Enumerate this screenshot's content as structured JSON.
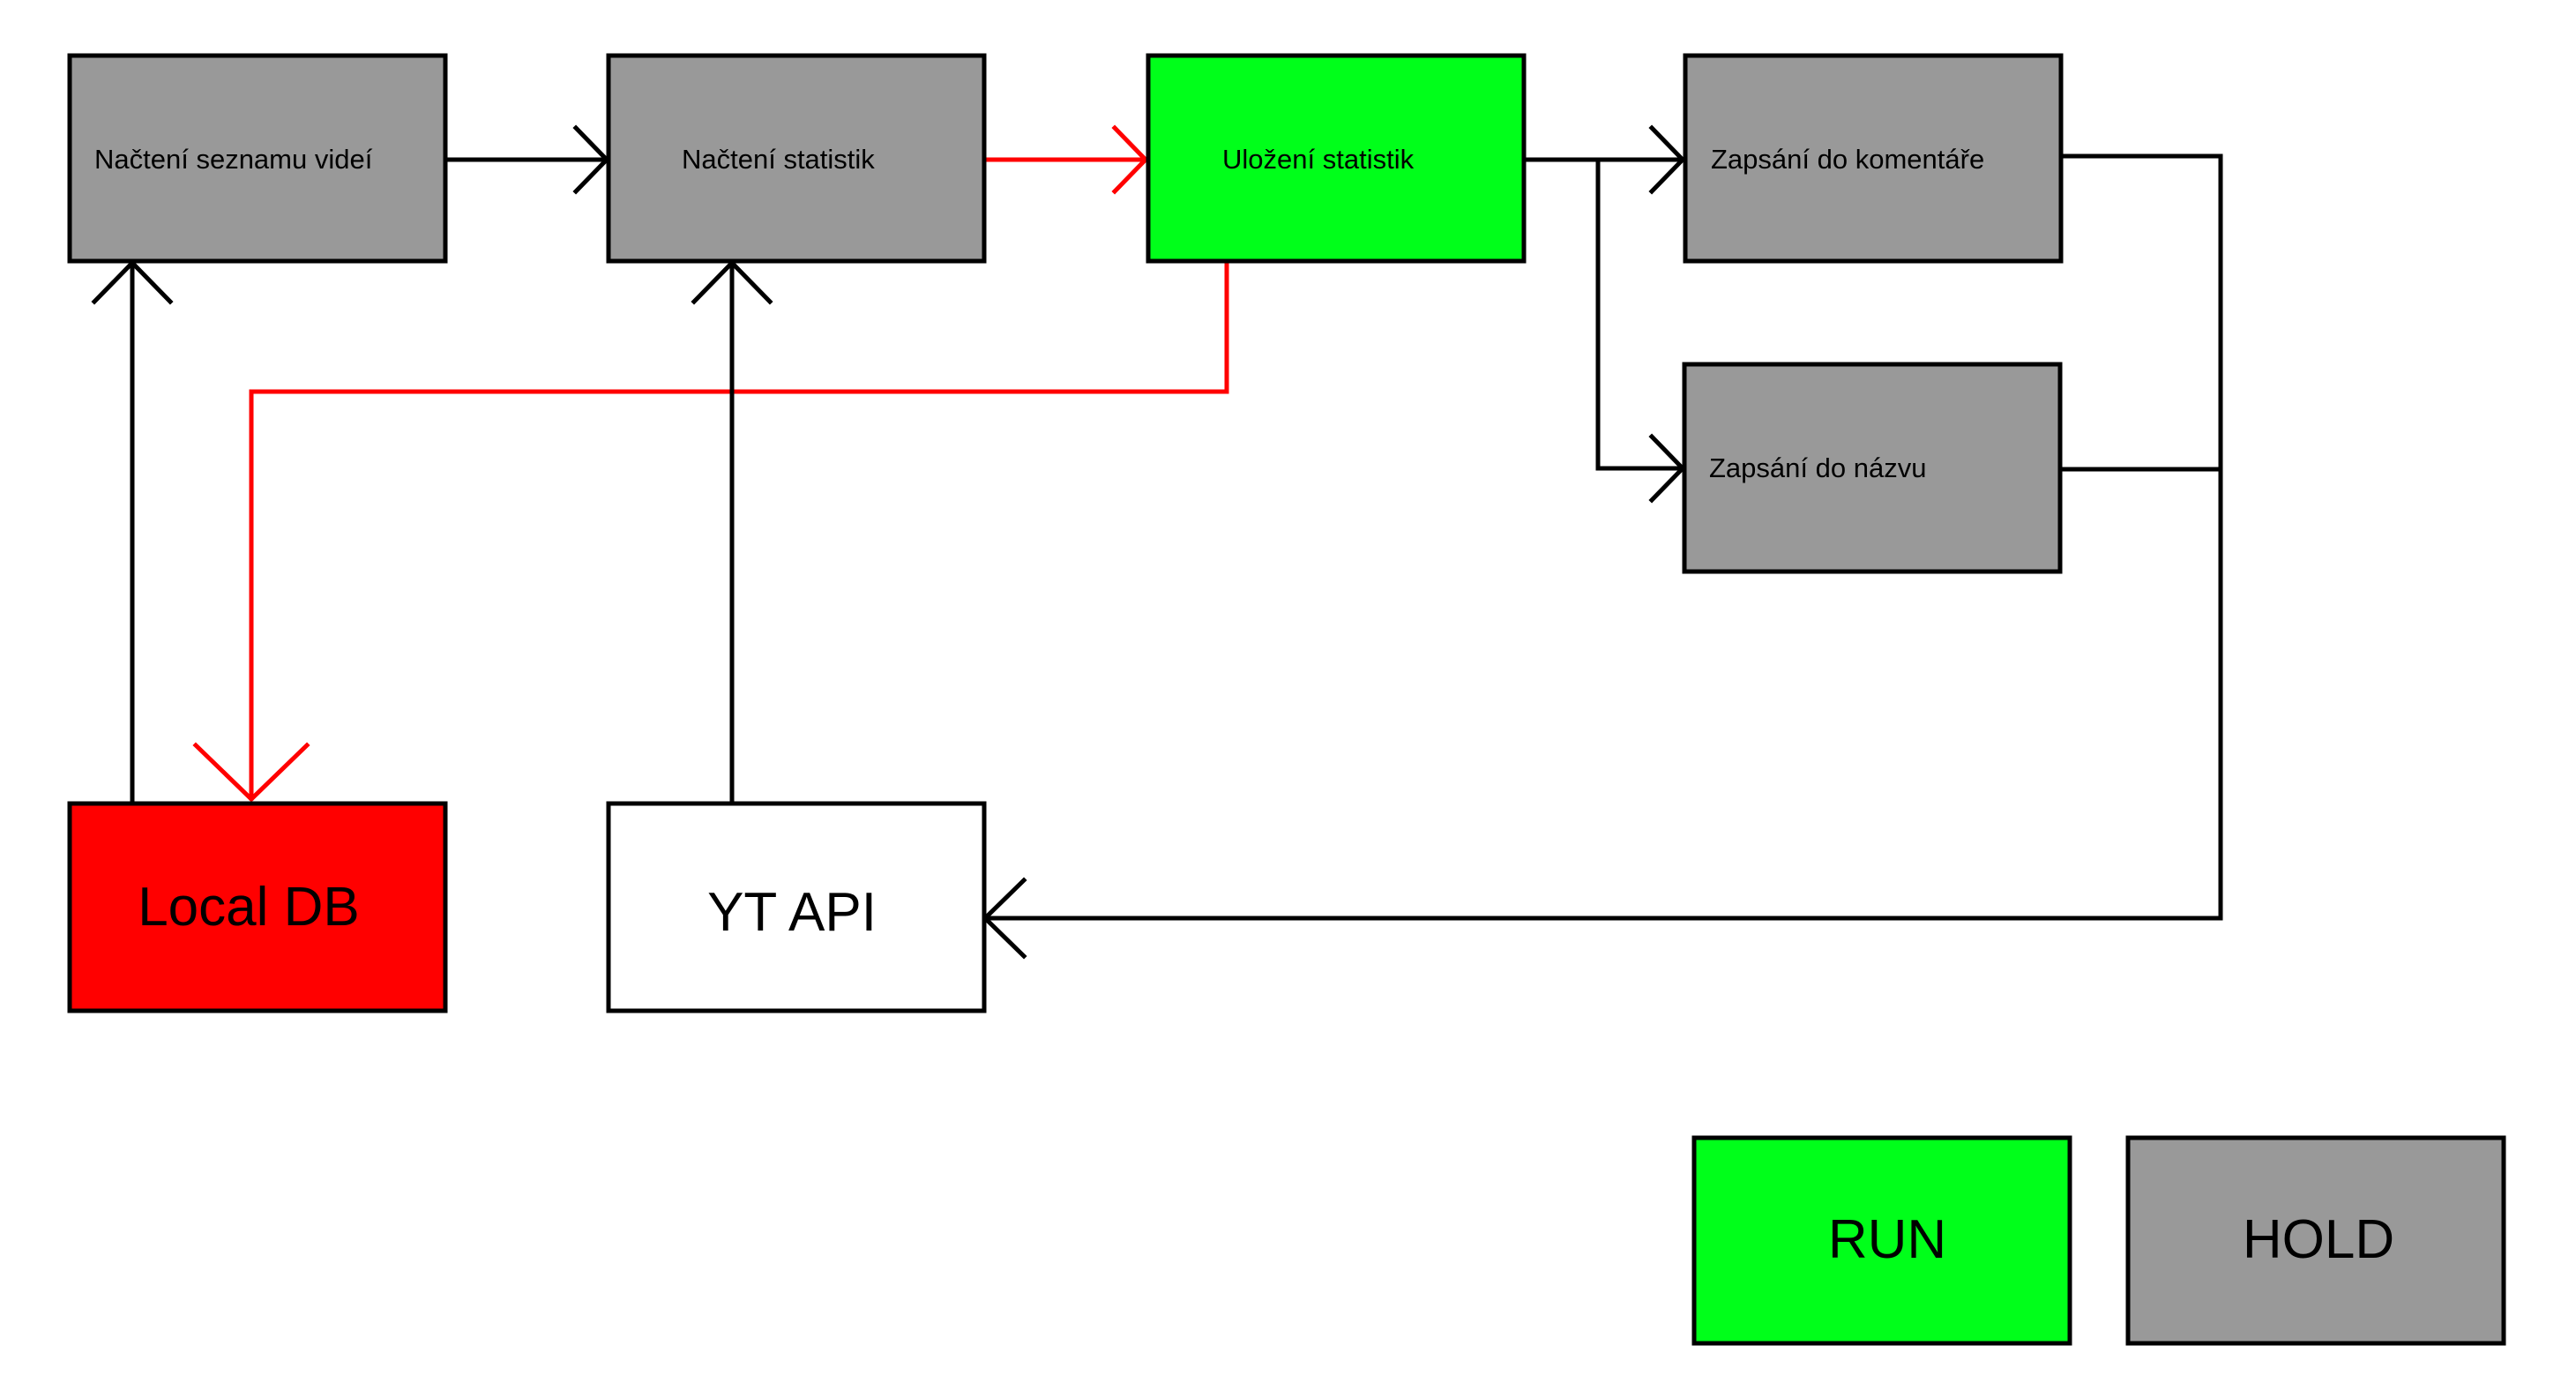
{
  "colors": {
    "gray": "#999999",
    "green": "#00ff1a",
    "red": "#ff0000",
    "white": "#ffffff",
    "black": "#000000"
  },
  "nodes": {
    "nacteni_seznamu": {
      "label": "Načtení seznamu videí",
      "color": "gray"
    },
    "nacteni_statistik": {
      "label": "Načtení statistik",
      "color": "gray"
    },
    "ulozeni_statistik": {
      "label": "Uložení statistik",
      "color": "green"
    },
    "zapsani_komentare": {
      "label": "Zapsání do komentáře",
      "color": "gray"
    },
    "zapsani_nazvu": {
      "label": "Zapsání do názvu",
      "color": "gray"
    },
    "local_db": {
      "label": "Local DB",
      "color": "red"
    },
    "yt_api": {
      "label": "YT API",
      "color": "white"
    }
  },
  "legend": {
    "run": {
      "label": "RUN",
      "color": "green"
    },
    "hold": {
      "label": "HOLD",
      "color": "gray"
    }
  },
  "edges": [
    {
      "from": "Načtení seznamu videí",
      "to": "Načtení statistik",
      "color": "black"
    },
    {
      "from": "Načtení statistik",
      "to": "Uložení statistik",
      "color": "red"
    },
    {
      "from": "Uložení statistik",
      "to": "Zapsání do komentáře",
      "color": "black"
    },
    {
      "from": "Uložení statistik",
      "to": "Zapsání do názvu",
      "color": "black"
    },
    {
      "from": "Uložení statistik",
      "to": "Local DB",
      "color": "red"
    },
    {
      "from": "Local DB",
      "to": "Načtení seznamu videí",
      "color": "black"
    },
    {
      "from": "YT API",
      "to": "Načtení statistik",
      "color": "black"
    },
    {
      "from": "Zapsání do komentáře",
      "to": "YT API",
      "color": "black"
    },
    {
      "from": "Zapsání do názvu",
      "to": "YT API",
      "color": "black"
    }
  ]
}
